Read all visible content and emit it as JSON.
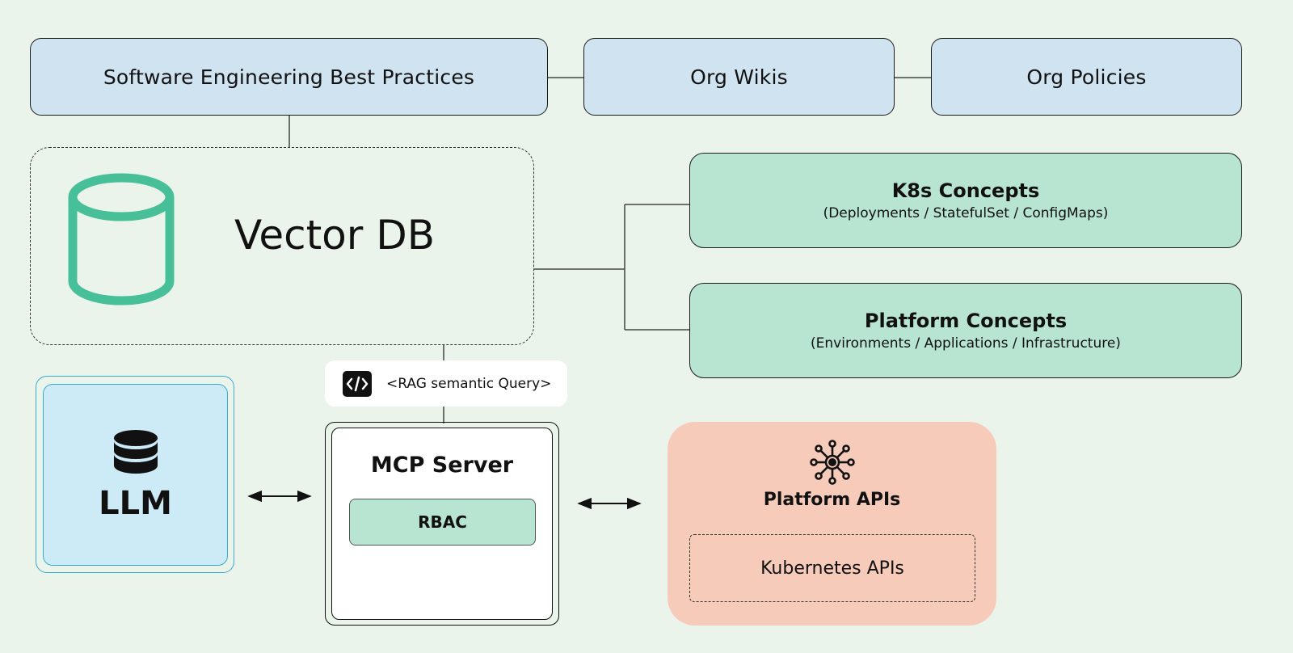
{
  "top_sources": {
    "best_practices": "Software Engineering Best Practices",
    "org_wikis": "Org Wikis",
    "org_policies": "Org Policies"
  },
  "vector_db": {
    "label": "Vector DB",
    "icon": "database-cylinder-icon"
  },
  "concepts": {
    "k8s": {
      "title": "K8s Concepts",
      "subtitle": "(Deployments / StatefulSet / ConfigMaps)"
    },
    "platform": {
      "title": "Platform Concepts",
      "subtitle": "(Environments / Applications / Infrastructure)"
    }
  },
  "rag_query": {
    "label": "<RAG semantic Query>",
    "icon": "code-icon"
  },
  "llm": {
    "label": "LLM",
    "icon": "database-stack-icon"
  },
  "mcp_server": {
    "title": "MCP Server",
    "rbac_label": "RBAC"
  },
  "platform_apis": {
    "title": "Platform APIs",
    "kubernetes_label": "Kubernetes APIs",
    "icon": "network-hub-icon"
  },
  "colors": {
    "background": "#ebf4ea",
    "source_blue": "#cfe3f1",
    "concept_green": "#b8e4d2",
    "db_teal": "#47bf99",
    "llm_blue": "#cdebf6",
    "llm_border": "#3aa9cf",
    "platform_salmon": "#f6cbb9"
  }
}
